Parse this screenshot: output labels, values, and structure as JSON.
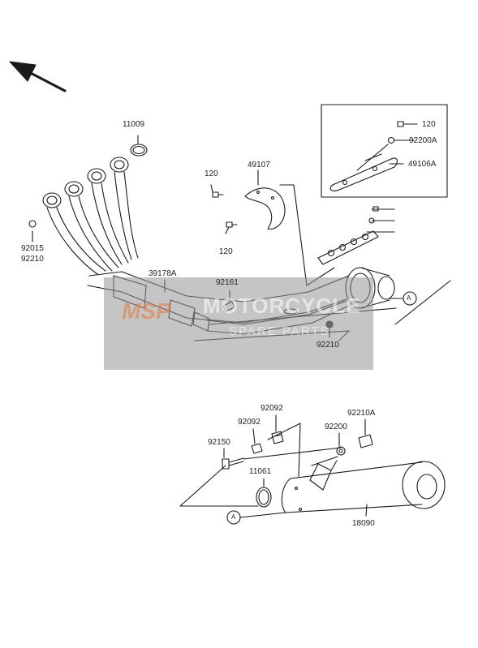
{
  "part_labels": {
    "p11009": "11009",
    "p120_top": "120",
    "p49107": "49107",
    "p120_mid": "120",
    "p92015": "92015",
    "p92210_left": "92210",
    "p39178A": "39178A",
    "p92161": "92161",
    "p92210_mid": "92210",
    "inset_120": "120",
    "inset_92200A": "92200A",
    "inset_49106A": "49106A",
    "p92092_a": "92092",
    "p92092_b": "92092",
    "p92210A": "92210A",
    "p92200": "92200",
    "p92150": "92150",
    "p11061": "11061",
    "p18090": "18090",
    "ref_a_top": "A",
    "ref_a_bottom": "A"
  },
  "watermark": {
    "brand": "MOTORCYCLE",
    "sub": "SPARE PARTS",
    "logo": "MSP"
  },
  "colors": {
    "line": "#1a1a1a",
    "watermark_box": "#969696",
    "watermark_accent": "#e6783c"
  }
}
